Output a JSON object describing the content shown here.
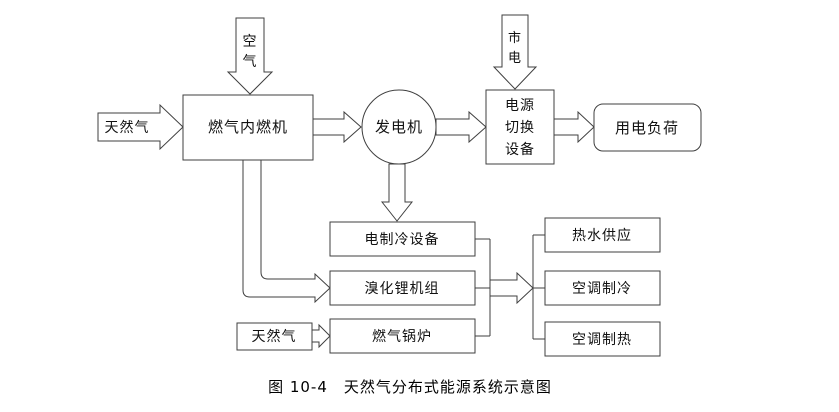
{
  "caption": "图 10-4　天然气分布式能源系统示意图",
  "nodes": {
    "air": [
      "空",
      "气"
    ],
    "natural_gas_left": "天然气",
    "gas_engine": "燃气内燃机",
    "generator": "发电机",
    "mains": [
      "市",
      "电"
    ],
    "power_switch": [
      "电源",
      "切换",
      "设备"
    ],
    "electric_load": "用电负荷",
    "electric_chiller": "电制冷设备",
    "libr_unit": "溴化锂机组",
    "gas_boiler": "燃气锅炉",
    "natural_gas_bottom": "天然气",
    "hot_water": "热水供应",
    "ac_cooling": "空调制冷",
    "ac_heating": "空调制热"
  },
  "colors": {
    "stroke": "#3f3f3f",
    "text": "#111111",
    "background": "#ffffff"
  }
}
